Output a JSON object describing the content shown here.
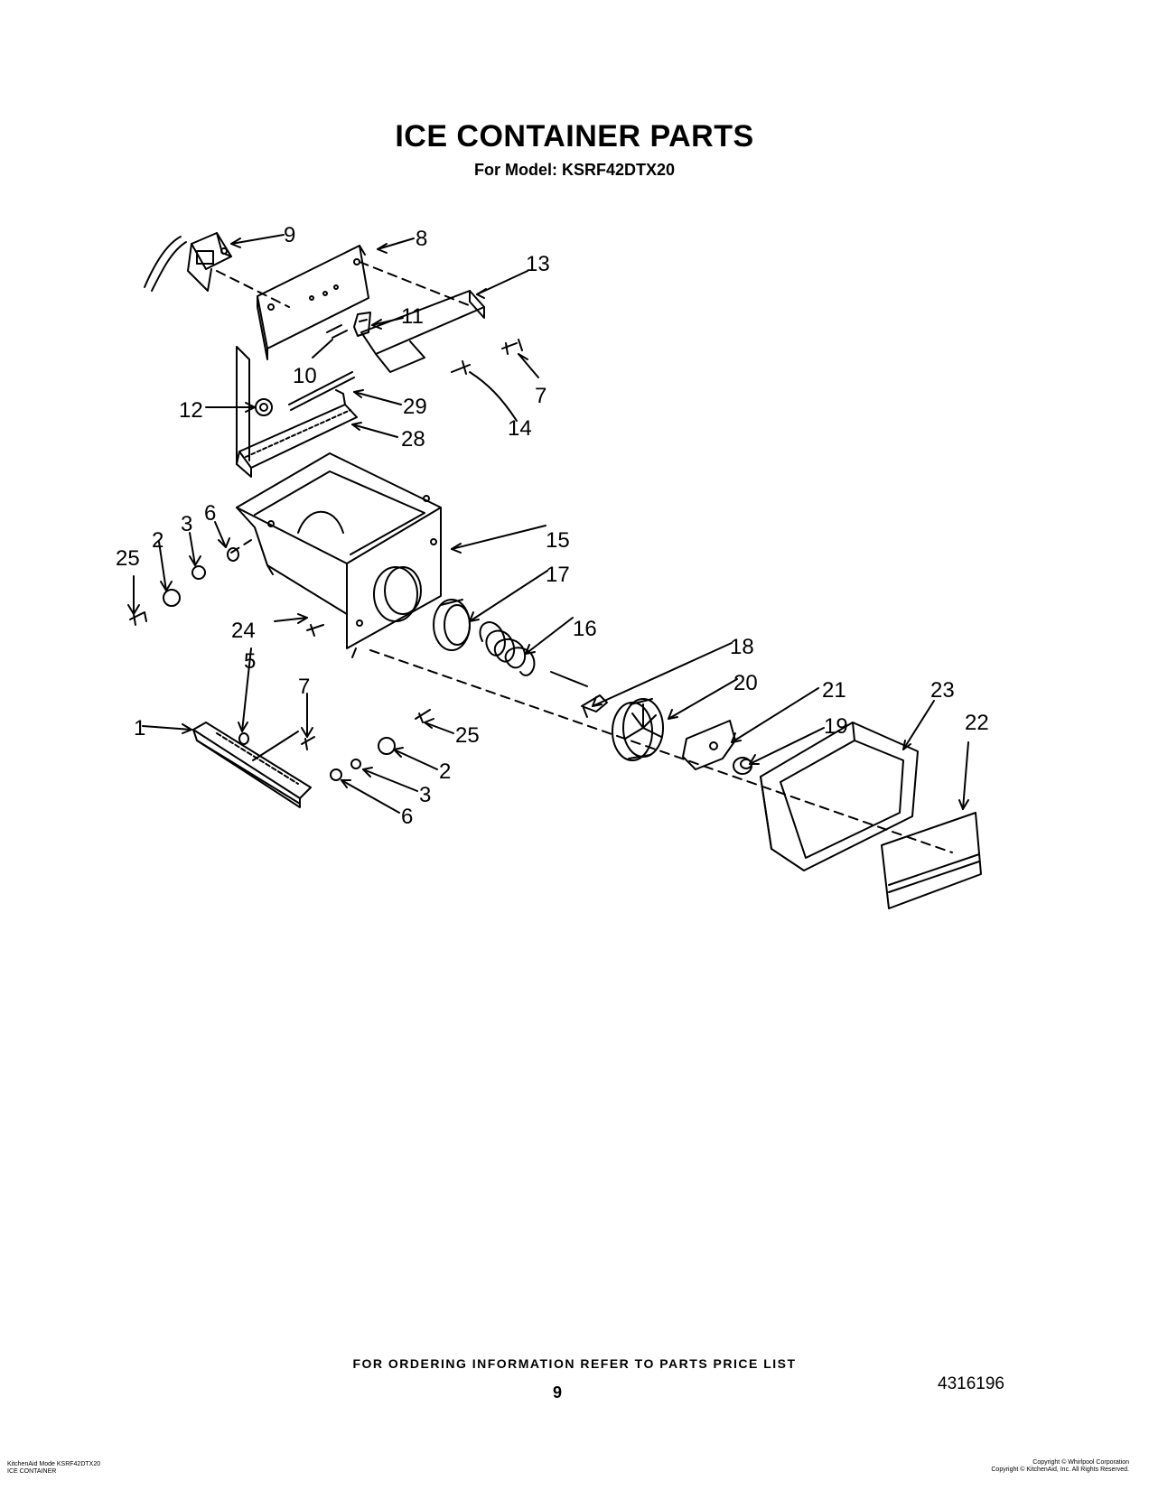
{
  "header": {
    "title": "ICE CONTAINER PARTS",
    "subtitle": "For Model: KSRF42DTX20"
  },
  "callouts": [
    {
      "id": "c9",
      "label": "9"
    },
    {
      "id": "c8",
      "label": "8"
    },
    {
      "id": "c13",
      "label": "13"
    },
    {
      "id": "c11",
      "label": "11"
    },
    {
      "id": "c10",
      "label": "10"
    },
    {
      "id": "c7a",
      "label": "7"
    },
    {
      "id": "c14",
      "label": "14"
    },
    {
      "id": "c12",
      "label": "12"
    },
    {
      "id": "c29",
      "label": "29"
    },
    {
      "id": "c28",
      "label": "28"
    },
    {
      "id": "c6a",
      "label": "6"
    },
    {
      "id": "c3a",
      "label": "3"
    },
    {
      "id": "c2a",
      "label": "2"
    },
    {
      "id": "c25a",
      "label": "25"
    },
    {
      "id": "c15",
      "label": "15"
    },
    {
      "id": "c17",
      "label": "17"
    },
    {
      "id": "c16",
      "label": "16"
    },
    {
      "id": "c24",
      "label": "24"
    },
    {
      "id": "c5",
      "label": "5"
    },
    {
      "id": "c7b",
      "label": "7"
    },
    {
      "id": "c18",
      "label": "18"
    },
    {
      "id": "c20",
      "label": "20"
    },
    {
      "id": "c21",
      "label": "21"
    },
    {
      "id": "c23",
      "label": "23"
    },
    {
      "id": "c19",
      "label": "19"
    },
    {
      "id": "c22",
      "label": "22"
    },
    {
      "id": "c1",
      "label": "1"
    },
    {
      "id": "c25b",
      "label": "25"
    },
    {
      "id": "c2b",
      "label": "2"
    },
    {
      "id": "c3b",
      "label": "3"
    },
    {
      "id": "c6b",
      "label": "6"
    }
  ],
  "footer": {
    "ordering": "FOR ORDERING INFORMATION REFER TO PARTS PRICE LIST",
    "page_number": "9",
    "document_number": "4316196",
    "corner_left_1": "KitchenAid Mode KSRF42DTX20",
    "corner_left_2": "ICE CONTAINER",
    "corner_right_1": "Copyright © Whirlpool Corporation",
    "corner_right_2": "Copyright © KitchenAid, Inc. All Rights Reserved."
  },
  "colors": {
    "ink": "#000000",
    "paper": "#ffffff"
  }
}
